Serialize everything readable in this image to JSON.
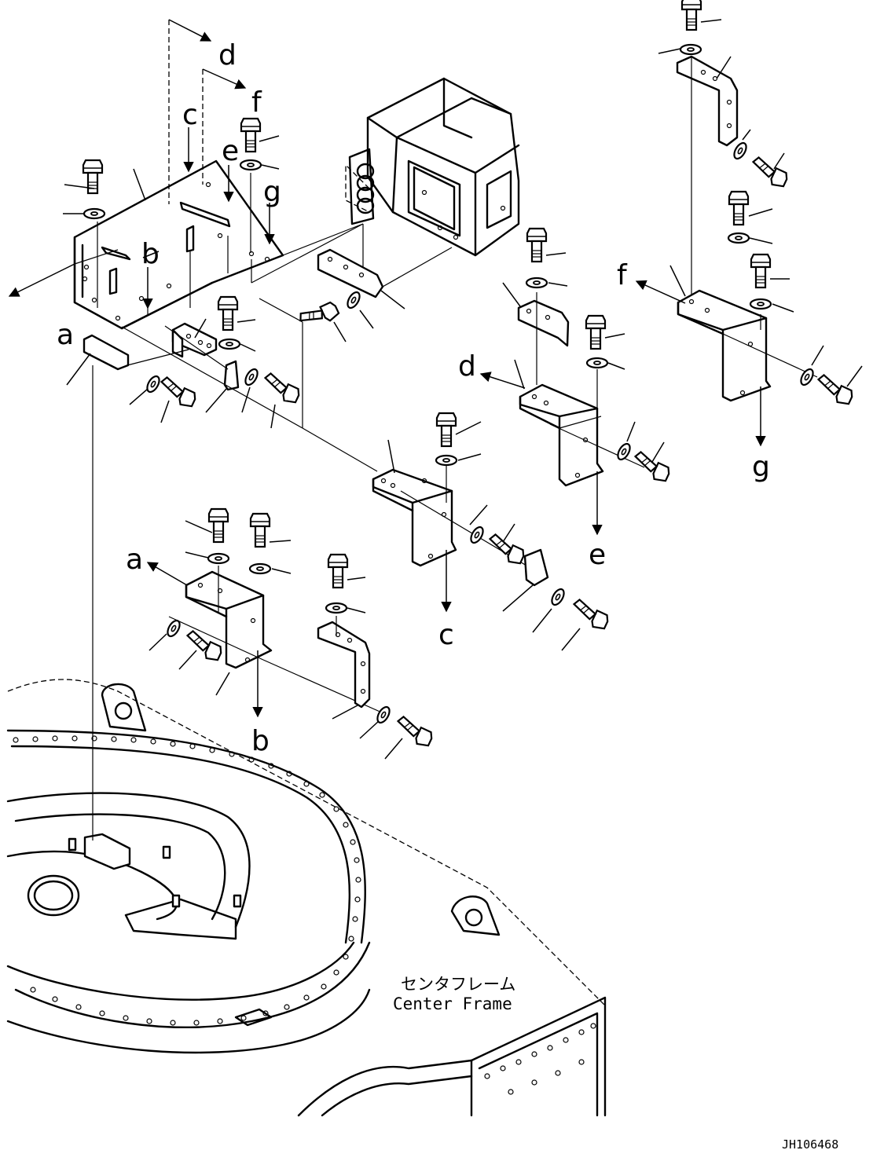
{
  "diagram": {
    "caption_jp": "センタフレーム",
    "caption_en": "Center Frame",
    "drawing_code": "JH106468",
    "ref_letters": {
      "a": "a",
      "b": "b",
      "c": "c",
      "d": "d",
      "e": "e",
      "f": "f",
      "g": "g"
    }
  }
}
